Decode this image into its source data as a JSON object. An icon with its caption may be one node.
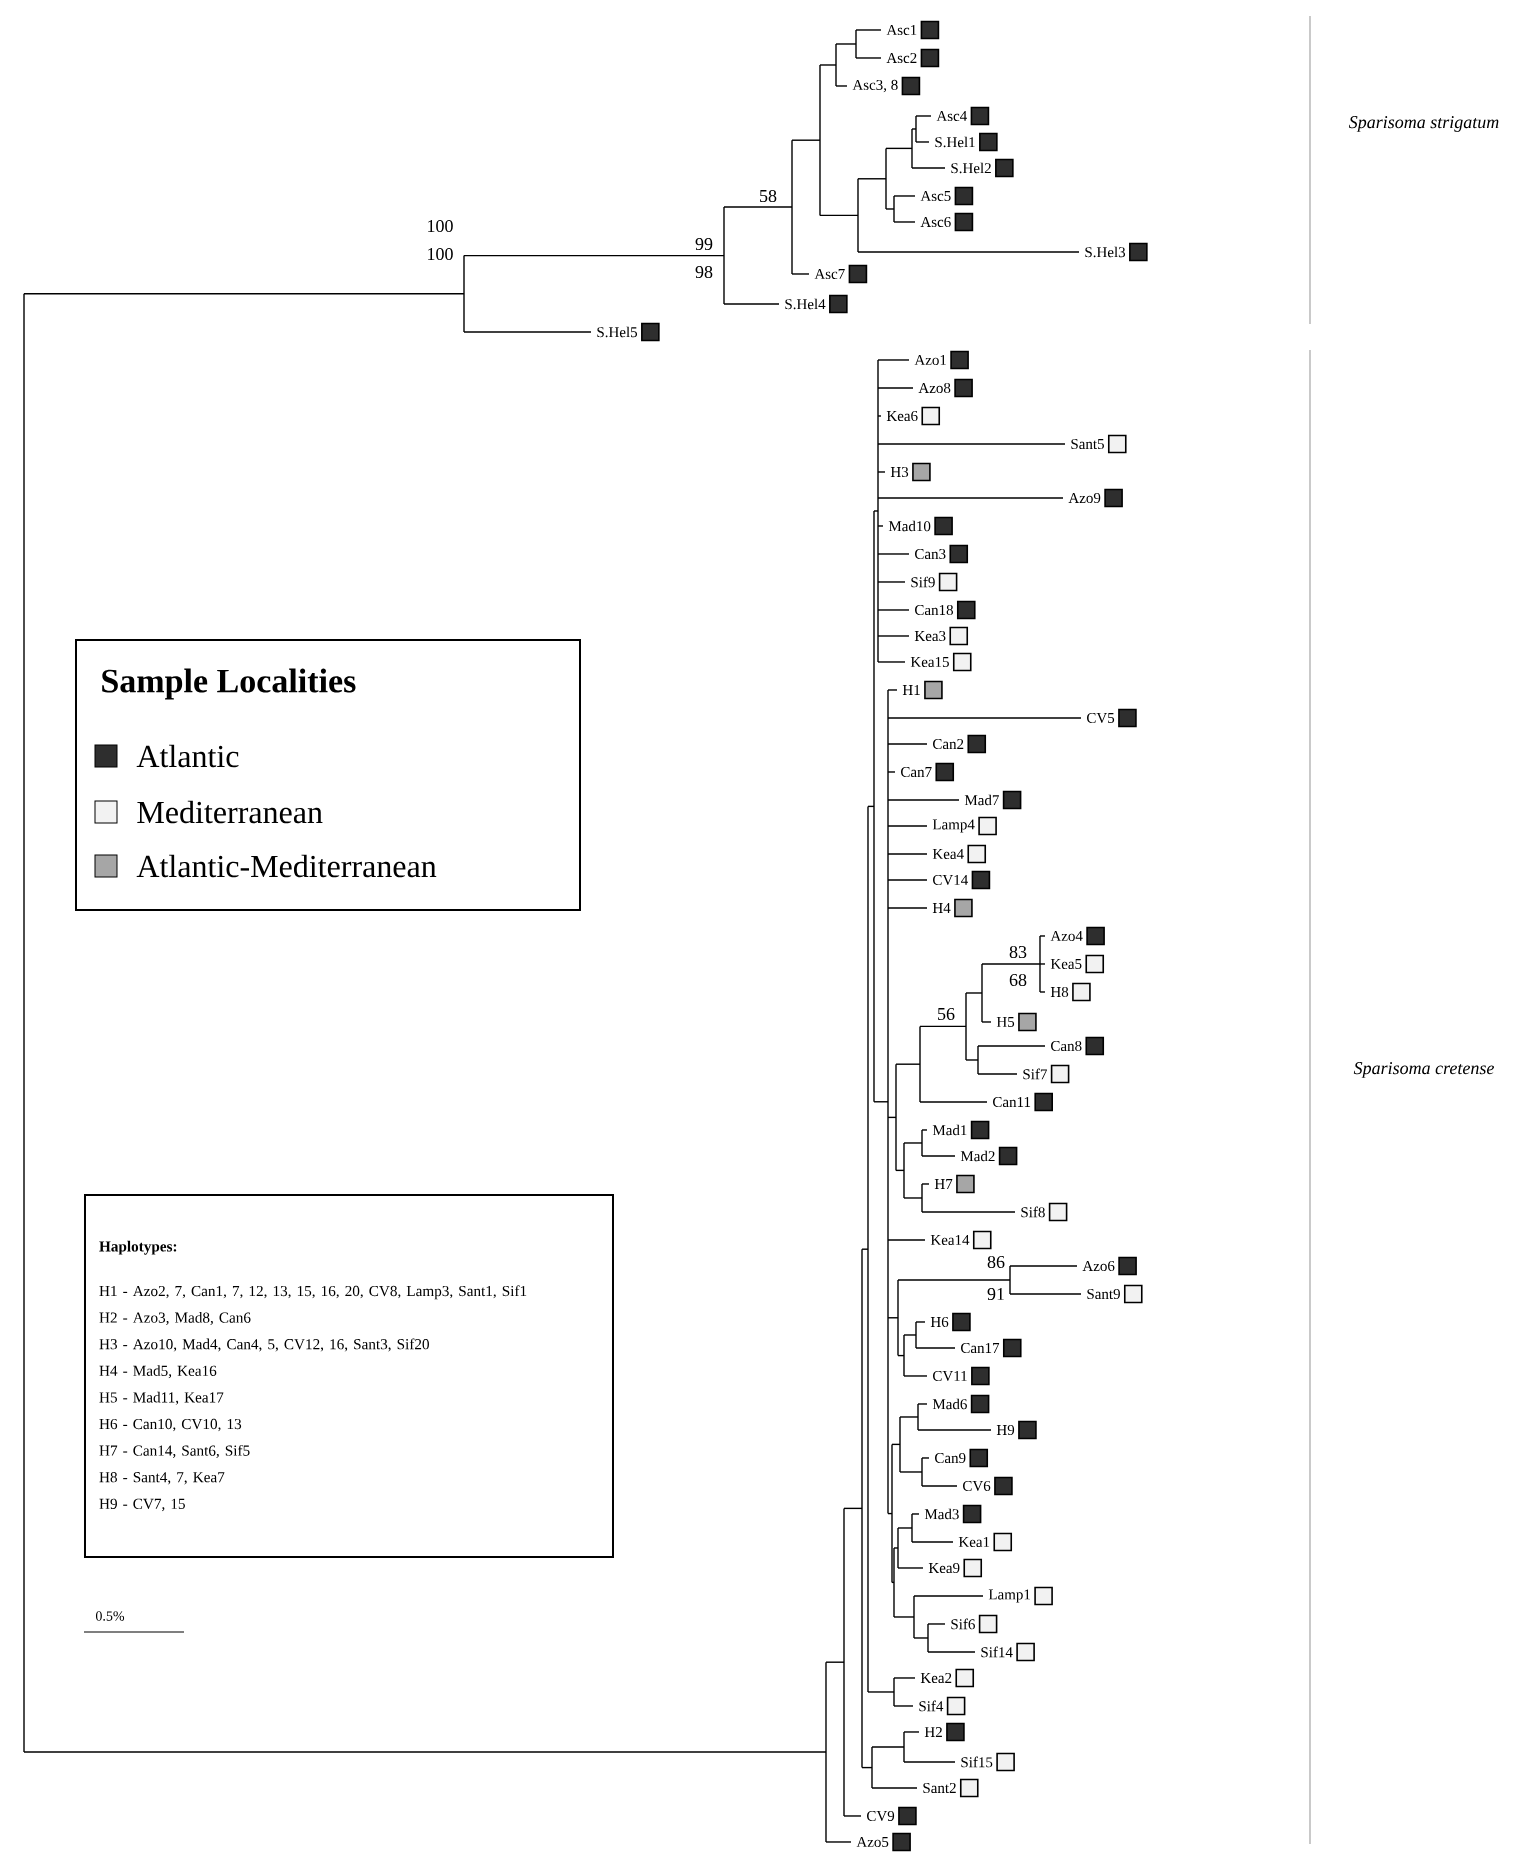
{
  "diagram": {
    "nodes": [
      {
        "text": [
          "Haplotypes:",
          "H1 - Azo2, 7, Can1, 7, 12, 13, 15, 16, 20, CV8, Lamp3, Sant1, Sif1",
          "H2 - Azo3, Mad8, Can6",
          "H3 - Azo10, Mad4, Can4, 5, CV12, 16, Sant3, Sif20",
          "H4 - Mad5, Kea16",
          "H5 - Mad11, Kea17",
          "H6 - Can10, CV10, 13",
          "H7 - Can14, Sant6, Sif5",
          "H8 - Sant4, 7, Kea7",
          "H9 - CV7, 15"
        ]
      }
    ],
    "labels": [
      "Asc1",
      "Asc2",
      "Asc3, 8",
      "Asc4",
      "S.Hel1",
      "S.Hel2",
      "Asc5",
      "Asc6",
      "S.Hel3",
      "Asc7",
      "S.Hel4",
      "S.Hel5",
      "Azo1",
      "Azo8",
      "Kea6",
      "Sant5",
      "H3",
      "Azo9",
      "Mad10",
      "Can3",
      "Sif9",
      "Can18",
      "Kea3",
      "Kea15",
      "H1",
      "CV5",
      "Can2",
      "Can7",
      "Mad7",
      "Lamp4",
      "Kea4",
      "CV14",
      "H4",
      "Azo4",
      "Kea5",
      "H8",
      "H5",
      "Can8",
      "Sif7",
      "Can11",
      "Mad1",
      "Mad2",
      "H7",
      "Sif8",
      "Kea14",
      "Azo6",
      "Sant9",
      "H6",
      "Can17",
      "CV11",
      "Mad6",
      "H9",
      "Can9",
      "CV6",
      "Mad3",
      "Kea1",
      "Kea9",
      "Lamp1",
      "Sif6",
      "Sif14",
      "Kea2",
      "Sif4",
      "H2",
      "Sif15",
      "Sant2",
      "CV9",
      "Azo5",
      "58",
      "100",
      "99",
      "100",
      "98",
      "83",
      "68",
      "56",
      "86",
      "91",
      "Sparisoma strigatum",
      "Sparisoma cretense",
      "Sample Localities",
      "0.5%"
    ],
    "legend": [
      {
        "text": "Atlantic",
        "color": "#2e2e2e"
      },
      {
        "text": "Mediterranean",
        "color": "#f2f2f2"
      },
      {
        "text": "Atlantic-Mediterranean",
        "color": "#a6a6a6"
      }
    ]
  }
}
